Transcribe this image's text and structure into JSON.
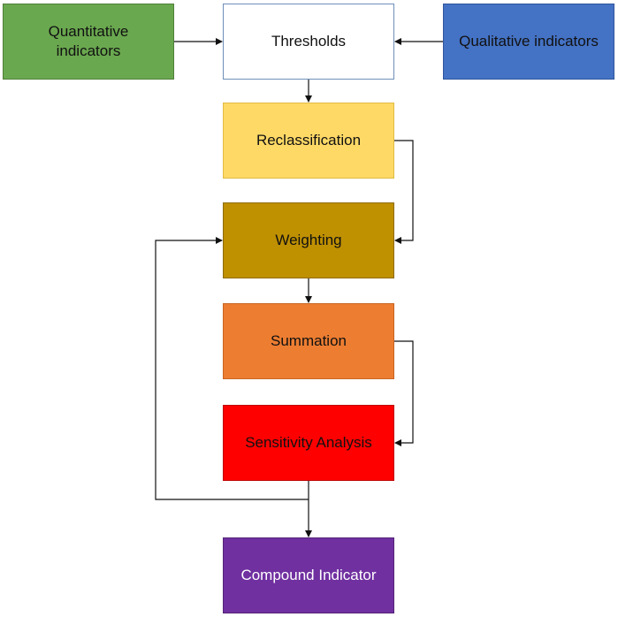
{
  "nodes": {
    "quantitative": {
      "line1": "Quantitative",
      "line2": "indicators"
    },
    "thresholds": {
      "label": "Thresholds"
    },
    "qualitative": {
      "label": "Qualitative indicators"
    },
    "reclassification": {
      "label": "Reclassification"
    },
    "weighting": {
      "label": "Weighting"
    },
    "summation": {
      "label": "Summation"
    },
    "sensitivity": {
      "label": "Sensitivity Analysis"
    },
    "compound": {
      "label": "Compound Indicator"
    }
  },
  "edges": [
    {
      "from": "quantitative",
      "to": "thresholds"
    },
    {
      "from": "qualitative",
      "to": "thresholds"
    },
    {
      "from": "thresholds",
      "to": "reclassification"
    },
    {
      "from": "reclassification",
      "to": "weighting"
    },
    {
      "from": "weighting",
      "to": "summation"
    },
    {
      "from": "summation",
      "to": "sensitivity"
    },
    {
      "from": "sensitivity",
      "to": "compound"
    },
    {
      "from": "sensitivity",
      "to": "weighting"
    }
  ],
  "colors": {
    "quantitative": "#6aa84f",
    "thresholds": "#ffffff",
    "qualitative": "#4472c4",
    "reclassification": "#ffd966",
    "weighting": "#bf9000",
    "summation": "#ed7d31",
    "sensitivity": "#ff0000",
    "compound": "#7030a0",
    "connector": "#111111"
  }
}
